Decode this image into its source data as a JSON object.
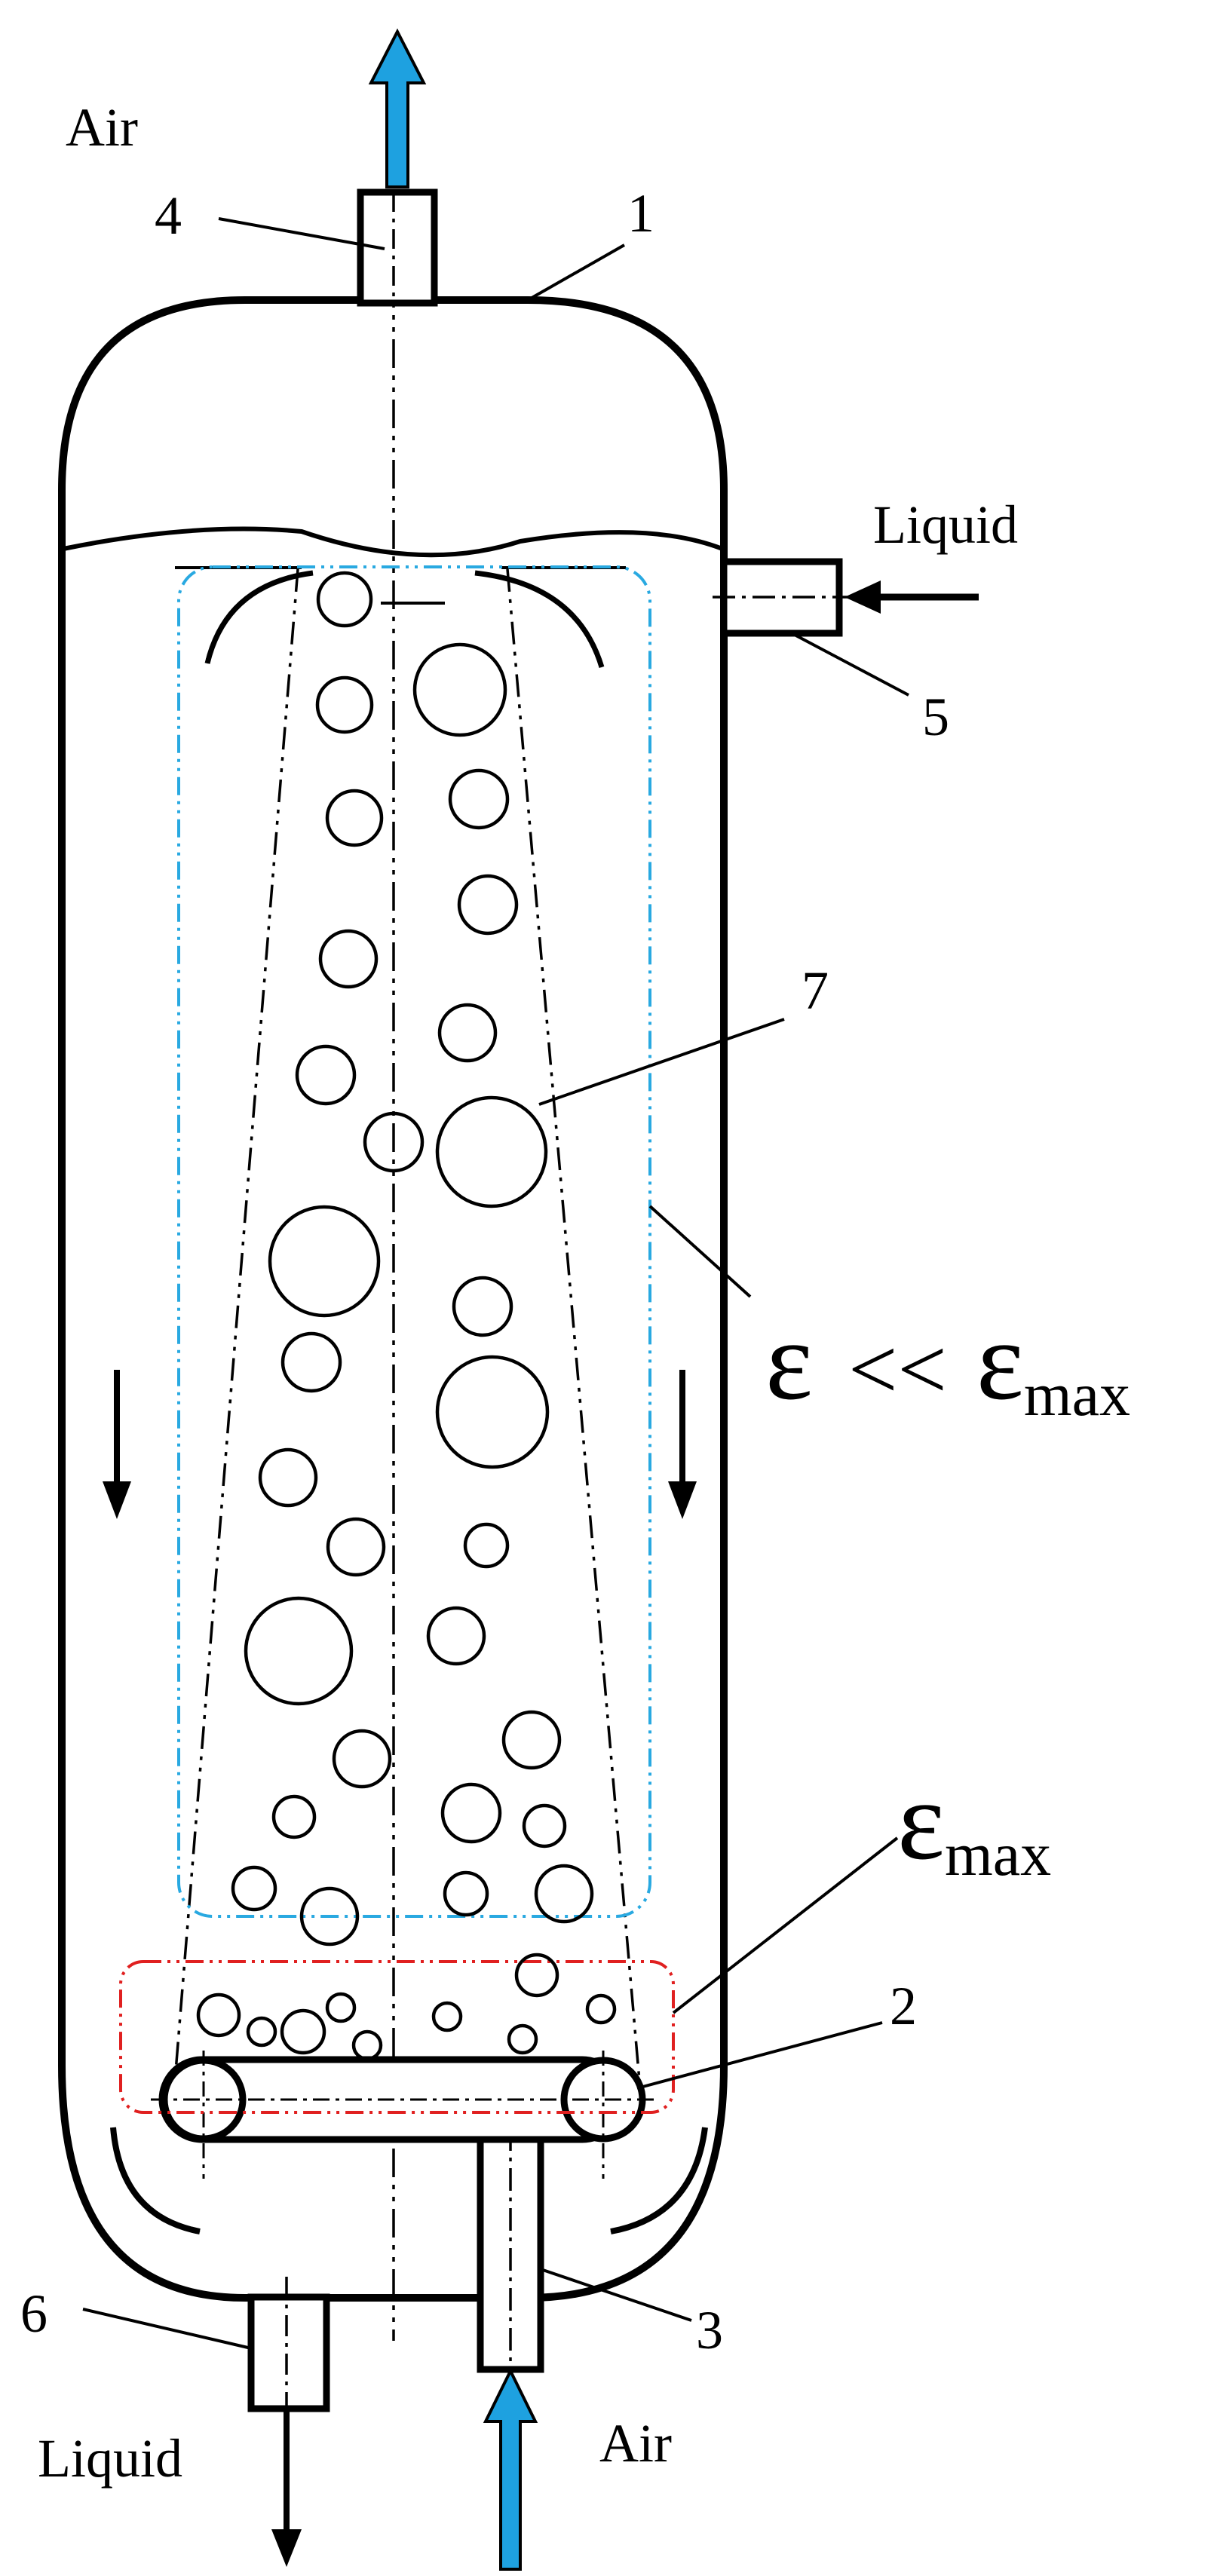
{
  "labels": {
    "air_top": "Air",
    "air_bottom": "Air",
    "liquid_in": "Liquid",
    "liquid_out": "Liquid",
    "n1": "1",
    "n2": "2",
    "n3": "3",
    "n4": "4",
    "n5": "5",
    "n6": "6",
    "n7": "7"
  },
  "formulas": {
    "upper": {
      "eps": "ε",
      "relation": " << ",
      "eps2": "ε",
      "sub": "max"
    },
    "lower": {
      "eps": "ε",
      "sub": "max"
    }
  },
  "colors": {
    "outline": "#000000",
    "air_arrow": "#1ea1e0",
    "low_holdup_region": "#29a9e1",
    "max_holdup_region": "#e02020"
  },
  "icons": {
    "air_arrow": "arrow-up-icon",
    "liquid_arrow": "arrow-icon",
    "bubble": "bubble-icon"
  }
}
